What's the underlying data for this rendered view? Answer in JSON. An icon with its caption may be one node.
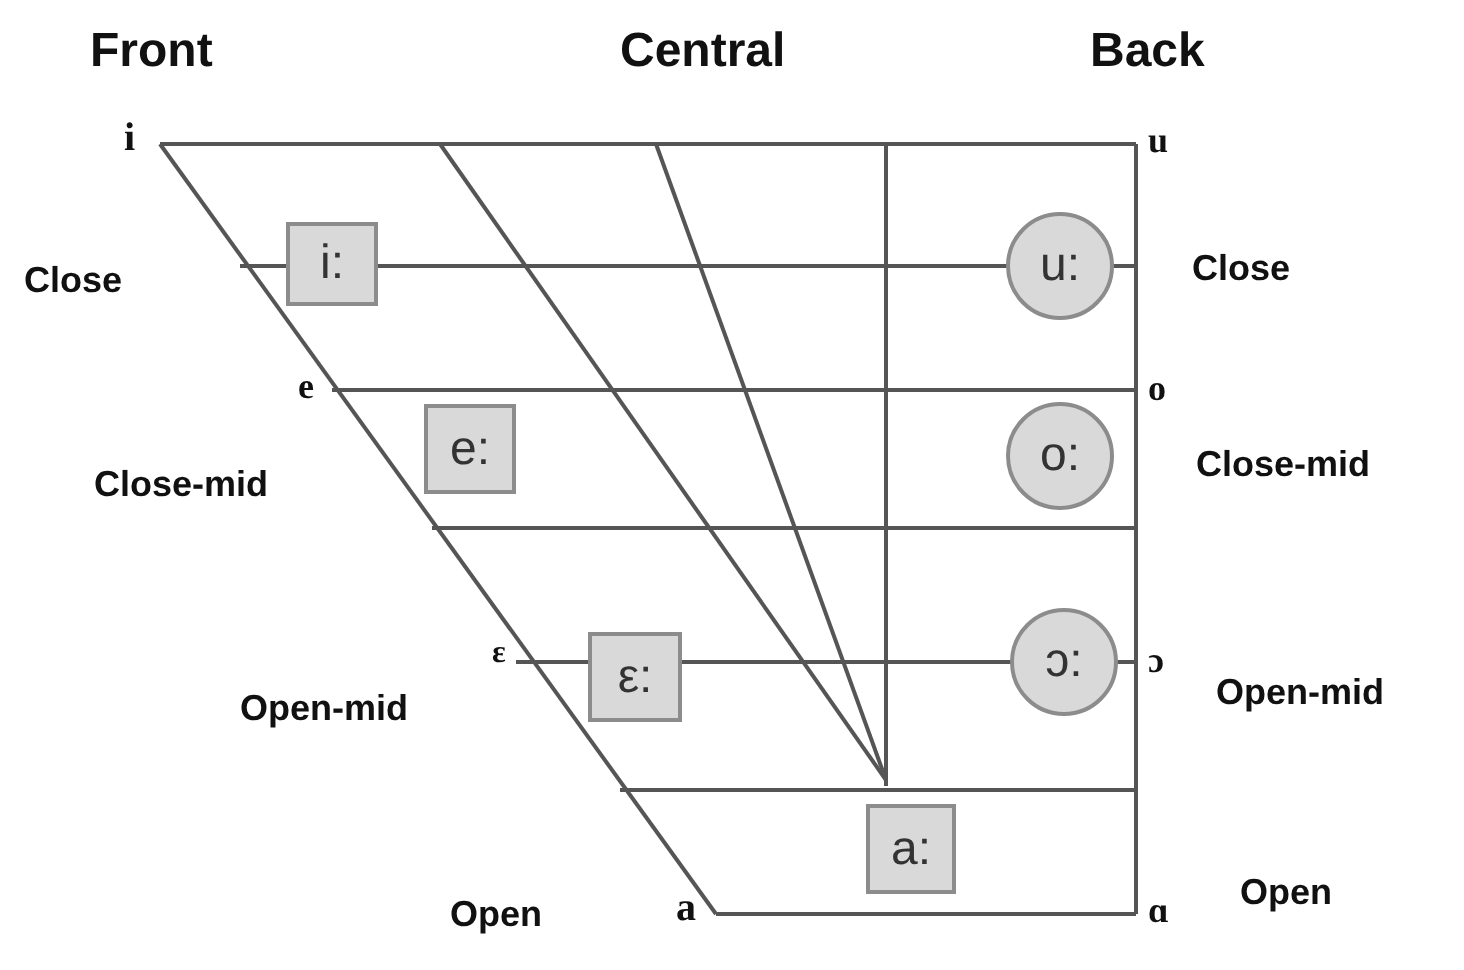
{
  "diagram": {
    "nodes": [
      {
        "text": [
          "i:"
        ]
      },
      {
        "text": [
          "u:"
        ]
      },
      {
        "text": [
          "e:"
        ]
      },
      {
        "text": [
          "o:"
        ]
      },
      {
        "text": [
          "ε:"
        ]
      },
      {
        "text": [
          "ɔ:"
        ]
      },
      {
        "text": [
          "a:"
        ]
      }
    ],
    "labels": [
      "Front",
      "Central",
      "Back",
      "i",
      "u",
      "Close",
      "Close",
      "e",
      "o",
      "Close-mid",
      "Close-mid",
      "ε",
      "ɔ",
      "Open-mid",
      "Open-mid",
      "Open",
      "a",
      "ɑ",
      "Open"
    ]
  }
}
